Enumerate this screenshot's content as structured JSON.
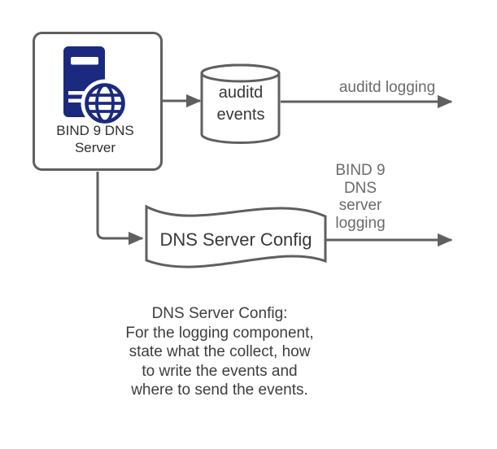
{
  "diagram": {
    "title": "BIND 9 DNS logging flow diagram",
    "colors": {
      "background": "#ffffff",
      "stroke_gray": "#5f5f5f",
      "icon_navy": "#1b2a7e",
      "shape_text": "#383838",
      "edge_label_text": "#6b6b6b",
      "note_text": "#3d3d3d"
    },
    "nodes": {
      "server_box": {
        "label": "BIND 9 DNS\nServer",
        "icon": "dns-server-globe-icon",
        "shape": "rounded-rectangle"
      },
      "auditd_db": {
        "label": "auditd\nevents",
        "shape": "cylinder"
      },
      "dns_config": {
        "label": "DNS Server Config",
        "shape": "tape"
      }
    },
    "edges": {
      "server_to_auditd": {
        "label": ""
      },
      "auditd_logging": {
        "label": "auditd logging"
      },
      "server_to_config": {
        "label": ""
      },
      "bind_logging": {
        "label": "BIND 9\nDNS\nserver\nlogging"
      }
    },
    "note": {
      "text": "DNS Server Config:\nFor the logging component,\nstate what the collect, how\nto write the events and\nwhere to send the events."
    }
  }
}
